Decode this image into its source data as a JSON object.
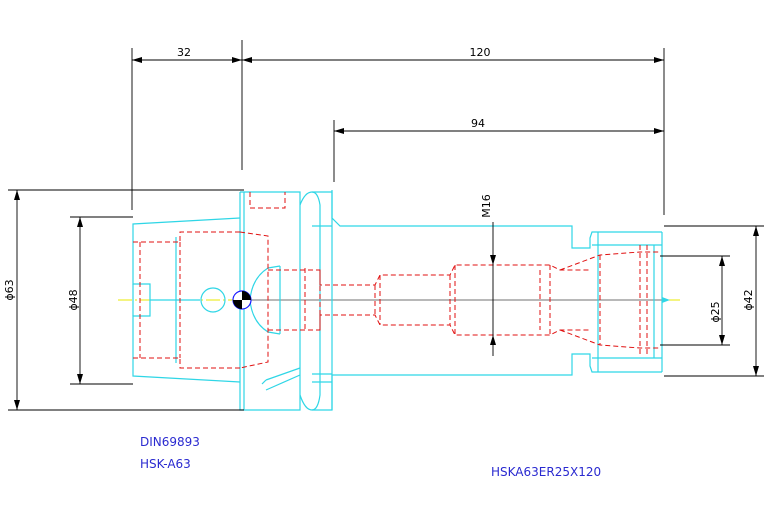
{
  "dimensions": {
    "flange_length": "32",
    "overall_length": "120",
    "body_length": "94",
    "thread": "M16",
    "dia_flange": "ϕ63",
    "dia_taper": "ϕ48",
    "dia_collet": "ϕ25",
    "dia_nut": "ϕ42"
  },
  "notes": {
    "standard": "DIN69893",
    "interface": "HSK-A63",
    "part_number": "HSKA63ER25X120"
  },
  "colors": {
    "part_outline": "#2fd6e6",
    "hidden_lines": "#e01010",
    "centerline": "#e8e800",
    "dimension_lines": "#000000",
    "note_text": "#2a2ad0"
  }
}
